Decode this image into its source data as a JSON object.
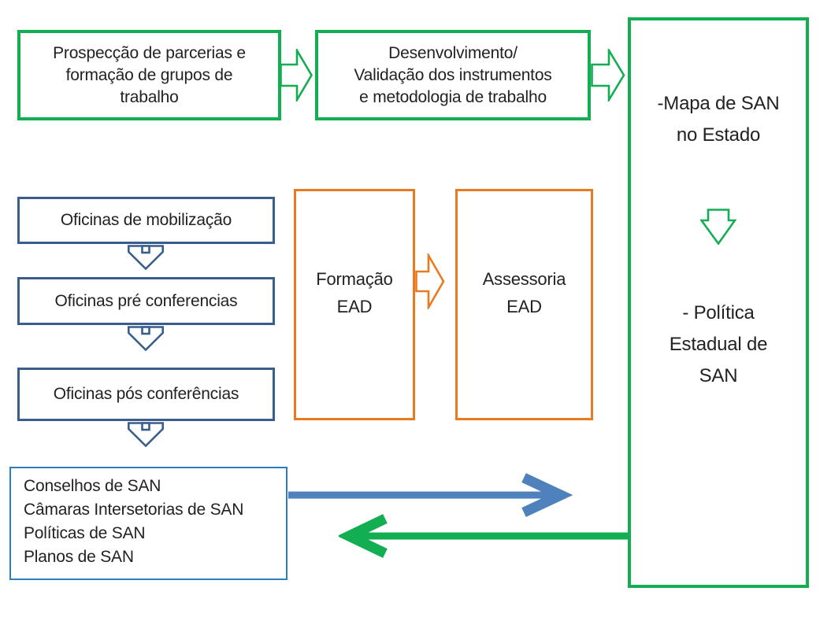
{
  "diagram": {
    "colors": {
      "green": "#13AD52",
      "dark_blue": "#3A5E8C",
      "steel_blue": "#4F81BD",
      "light_blue": "#2E7DBF",
      "orange": "#E87A22",
      "text": "#222222"
    },
    "top_flow": {
      "box1_lines": [
        "Prospecção de parcerias e",
        "formação de grupos de",
        "trabalho"
      ],
      "box2_lines": [
        "Desenvolvimento/",
        "Validação dos instrumentos",
        "e metodologia de trabalho"
      ]
    },
    "outcomes": {
      "item1_lines": [
        "-Mapa de SAN",
        "no Estado"
      ],
      "item2_lines": [
        "- Política",
        "Estadual de",
        "SAN"
      ]
    },
    "oficinas": [
      "Oficinas de mobilização",
      "Oficinas pré conferencias",
      "Oficinas pós conferências"
    ],
    "resultados": [
      "Conselhos de SAN",
      "Câmaras Intersetorias de SAN",
      "Políticas de SAN",
      "Planos de SAN"
    ],
    "ead": {
      "box1_lines": [
        "Formação",
        "EAD"
      ],
      "box2_lines": [
        "Assessoria",
        "EAD"
      ]
    }
  }
}
